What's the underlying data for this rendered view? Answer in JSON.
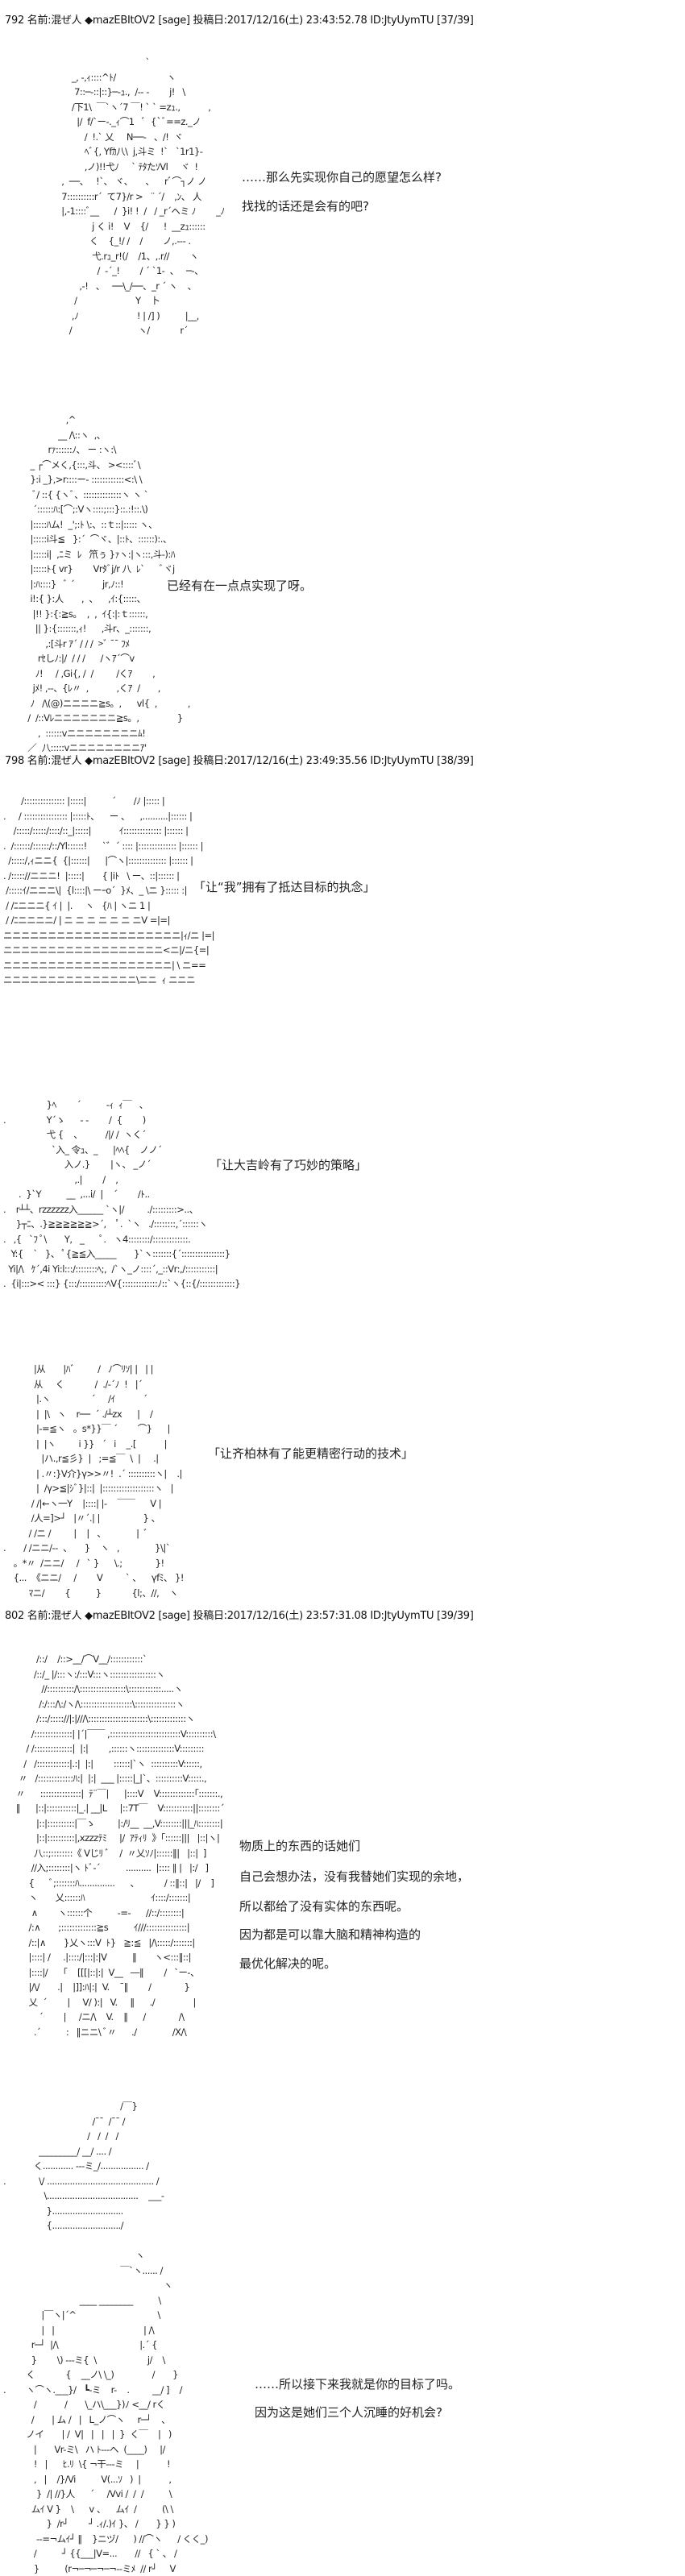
{
  "posts": [
    {
      "header": "792 名前:混ぜ人 ◆mazEBItOV2 [sage] 投稿日:2017/12/16(土) 23:43:52.78 ID:JtyUymTU [37/39]",
      "panels": [
        {
          "art": [
            "                                   `",
            "      _, -,ｨ::::^ﾄ/                    ヽ",
            "       7::─-::|::}─‐ｭ.,  /-- -        j!   \\",
            "      /下1\\  ￣`ヽ´7 ￣! ` ` =zｭ.,           ,",
            "        |/  f/`ー-._ｨ⌒1   ﾞ  {`ﾞ==z._ノ",
            "           /  !.` 乂     N──-   、/!  ヾ",
            "           ﾍﾞ{, Yfｶ八\\  j,斗ミ  !`   `1r1}-",
            "           ,ノ)!!弋ﾉ     ` ﾃﾀたｿVl     ヾ  !",
            "  ,  ──、   !`、 ヾ、     、    rﾞ⌒┐ノ ノ",
            "  7::::::::::r´  て7}/r >   ¨ ´/    ,ﾝ、 人",
            "  |,-1::::ﾞ__      /  }i! !  /   / _r´ヘミ ﾉ        _ﾉ",
            "              j く i!    V    {/      !  __zｭ::::::",
            "             く    {_!/ /    /        ノ,.-‐- .",
            "              弋.rｭ_r!(/    /1、,.r//        ヽ",
            "                /  -´_!        / ´ `1-  、   ─-、",
            "         ,-!   、   ──\\_/──、_r ´ ヽ    、",
            "       /                       Y    卜",
            "      ,ﾉ                       ! | /] )          |__,",
            "     /                          ヽ/            r´"
          ],
          "dialogue": [
            "……那么先实现你自己的愿望怎么样?",
            "找找的话还是会有的吧?"
          ]
        },
        {
          "art": [
            "                 ,^",
            "              __ /\\::ヽ  ,、",
            "          rｧ::::::ﾉ、 ー :ヽ:\\",
            "   _ ┌⌒メく,{:::,斗、 ><::::ﾞ\\",
            "   }:i _},>r::::ー- ::::::::::::<:\\ \\",
            "    ﾞ/ ::{ {ヽﾞ、::::::::::::::ヽ ヽ `",
            "    ´::::::ﾊ:[⌒;:Vヽ::::;:::}::.:!::.\\)",
            "   |:::::ﾊム!  _';:ﾄ \\:、::ｔ::|::::: ヽ、",
            "   |:::::i斗≦   }:´  ⌒ヾ、|::ﾄ、::::::):.、",
            "   |:::::i|  ,ﾆミ  ﾚ   笊ぅ }ｧヽ:|ヽ:::,斗-):ﾊ",
            "   |:::::ﾄ{ vr}        Vrﾀﾞj/r 八  ﾚ`      ﾞヾj",
            "   |:ﾊ::::}   ﾞ ´           jr,ﾉ::!",
            "   i!:{ }:人       ,  、    ,ｲ:{:::::、",
            "    |!! }:{:≧s。  ,  ,  ｲ{:|:ｔ::::::,",
            "     || }:{:::::::,ｨ!      ,斗r、_:::::::,",
            "         ,:[斗r ｱ´ / / /  >ﾞ ¯¯ ﾌﾒ",
            "      rｾしﾉ:|/  / / /      /ヽｱ´⌒v",
            "     ﾉ!     / ,Gi{, /  /         /くｱ        ,",
            "    jﾒ! ,--、{ﾚ〃  ,           ,くｱ  /       ,",
            "   ﾉ   /\\(@)ニニニニ≧s。,      vl{  ,            ,",
            "  /  /::Vﾚニニニニニニニ≧s。,               }",
            "      ,  ::::::vニニニニニニニニﾑ!",
            "  ／  八:::::vニニニニニニニニｱ'"
          ],
          "dialogue": [
            "已经有在一点点实现了呀。"
          ]
        }
      ]
    },
    {
      "header": "798 名前:混ぜ人 ◆mazEBItOV2 [sage] 投稿日:2017/12/16(土) 23:49:35.56 ID:JtyUymTU [38/39]",
      "panels": [
        {
          "art": [
            "       /::::::::::::::: |:::::|          ´       /ﾉ |::::: |",
            ".     / :::::::::::::::: |:::::ﾄ、    ー 、    ,..........|:::::: |",
            "    /:::::/:::::/::::/::_|:::::|           ｲ:::::::::::::: |:::::: |",
            ".  /::::::/::::::/::/Yl::::::!      `゛´ :::: |:::::::::::::: |:::::: |",
            "  /:::::/,ｨニニ{  {|::::::|      |⌒ヽ|:::::::::::::: |:::::: |",
            ". /::::://ニニニ!  |:::::|       { |iﾄ   \\ ー、::|:::::: |",
            " /:::::ｲ/ニニニ\\|  {l::::|\\ ーｰo´  }ﾒ、_ \\ニ }::::: :|",
            " / /ﾆニニニ{ ｲ |  |.     ヽ   {ﾊ | ヽニ 1 |",
            " / /ﾆニニニニ/ | ニ ニ ニ ニ ニ ニ ニV =|=|",
            "ニニニニニニニニニニニニニニニニニニニニ|ｨ/ニ |=|",
            "ニニニニニニニニニニニニニニニニニニ<ニ|/ニ{=|",
            "ニニニニニニニニニニニニニニニニニニニ| \\ ニ==",
            "ニニニニニニニニニニニニニニニ\\ニニ  ｨ ニニニ"
          ],
          "dialogue": [
            "「让“我”拥有了抵达目标的执念」"
          ]
        },
        {
          "art": [
            "                 }ﾍ        ´          -ｨ  ｨ￣   、",
            ".                Y´ゝ      - -        /  {        )",
            "                 弋 {    、         /|/ /  ヽく´",
            "                   `入_ 令ｭ、_      |ﾍﾍ{    ノノ´",
            "                        入ノ.}        |ヽ、 _ノ´",
            "                            ,.|        /    ,",
            "      .  }`Y          __  ,...i/  |    ´        /ﾄ..",
            ".    r┴┴、rzzzzzz入______ `ヽ|/         ./:::::::::>..、",
            "     }┬ﾆ、.}≧≧≧≧≧≧>´,    ﾟ.  `ヽ   ./::::::::,´::::::ヽ",
            ".   ,{   `ﾌ ﾟ\\       Y,   _      ﾟ.   ヽ4::::::::/:::::::::::::.",
            "   Y:{    `   }、 ﾟ{≧≦入_____       }`ヽ:::::::{´::::::::::::::::}",
            "  Yi|/\\   ｹ´,4i Yi:l:::/::::::::ﾍ;,  /`ヽ_ノ::::´,_::Vr:,/:::::::::::|",
            ".  {i|:::>< :::} {:::/::::::::::ﾍV{:::::::::::::ﾉ::`ヽ{::{/:::::::::::::}"
          ],
          "dialogue": [
            "「让大吉岭有了巧妙的策略」"
          ]
        },
        {
          "art": [
            "            |从       |ﾊﾞ         /   ﾉ⌒ﾘｿ| |   | |",
            "            从     く            /  ./-´ﾉ  !   |´",
            "             |.ヽ                ´     /ｲ           ´",
            "             |  |\\   ヽ    r──  ´ ./┴zx      |    /",
            "             |-=≦ヽ   。s*}}￣ ´        ⌒}      |",
            "             |  |ヽ         i }}   ´   i    _.[           |",
            "               |ハ.,r≦彡}  |   ;=≦￣  \\  |     .|",
            "             | .〃:}V介}γ>>〃!  .´ ::::::::::ヽ|    .|",
            "             |  /γ>≦|ｼﾞ}|::|  |:::::::::::::::::::ヽ   |",
            "           / /|←ヽ一Y    |::::| |‐    ￣￣      V |",
            "           /人=]>┘   |〃´.| |                 } 、",
            "          / /ニ /         |    |   、            |  ﾞ",
            ".       / /ニニ/--  、     }    ヽ   ,              }\\|`",
            "    。*〃  /ニニ/     /   ` }      \\.;             }!",
            "    {...  《ニニ/     /        V         ` 、    γfﾐ、 }!",
            "          ﾏニ/        {          }            {l;、//,    ヽ"
          ],
          "dialogue": [
            "「让齐柏林有了能更精密行动的技术」"
          ]
        }
      ]
    },
    {
      "header": "802 名前:混ぜ人 ◆mazEBItOV2 [sage] 投稿日:2017/12/16(土) 23:57:31.08 ID:JtyUymTU [39/39]",
      "panels": [
        {
          "art": [
            "             /::/    /::>__/⌒V__/::::::::::::`",
            "            /::/_ |/:::ヽ:/:::V:::ヽ:::::::::::::::::ヽ",
            "               //::::::::::/\\:::::::::::::::::\\::::::::::::.....ヽ",
            "              /:/:::/\\:/ヽ/\\:::::::::::::::::::\\:::::::::::::::ヽ",
            "             /:::/::::://|:|///\\::::::::::::::::::::::\\:::::::::::::ヽ",
            "           /::::::::::::::| |´|￣￣ ,::::::::::::::::::::::::::V::::::::::\\",
            "         / /::::::::::::::|  |:|        ,::::::ヽ::::::::::::::V:::::::::",
            "        /   /::::::::::::|.:|  |:|        ::::::|`ヽ  ::::::::::V::::::,",
            "      〃   /:::::::::::::ﾊ:|  |:|  ___ |:::::|_|`、::::::::::V:::::.,",
            "     〃      :::::::::::::::|  ﾃ¨￣|      |::::V    V:::::::::::::｢:::::::.,",
            "     ‖      |::|:::::::::::|_.| __|L     |::7T￣    V:::::::::::||::::::::´",
            "             |::|::::::::::|￣ゝ         |:/ﾘ__  __,V::::::::|||_ﾊ::::::::|",
            "             |::|::::::::::|,xzzzﾃﾐ     |/  ｱﾃｨﾘ  》｢::::::|||   |::|ヽ|",
            "            八::;::::::::《 Vじﾘ ﾞ    /  〃乂ｿﾉ|::::::‖|   |::|  ]",
            "           //入;::::::::|ヽ ﾄﾞ-´          ..........  |:::: ‖ |   |:/   ]",
            "          {      ﾞ;:::::::ﾊ..............      、          / ::‖::|   |/    ]",
            "          ヽ       乂::::::ﾊ                          ｲ::::/:::::::|",
            "           ∧        ヽ::::::个          -=-      //::/::::::::|",
            "          /:∧       ;:::::::::::::≧s          ｲ///:::::::::::::::|",
            "          /::|∧       }乂ヽ:::V  ﾄ}   ≧:≦   |/\\:::::/:::::::|",
            "          |::::| /     .|::::/|:::|:|V          ‖       ヽ<:::‖::|",
            "          |::::|/      ｢    [[[|::|:|  V__   ―‖        /   `ー-、",
            "          |/\\/       .|    |]]:ﾊ|:|  V.    ¯‖        /             }",
            "          乂  ´        |     V/ ):|   V.     ‖      ./               |",
            "              ´        |     /ニ/\\    V.    ‖      /             /\\",
            "            .´          :   ‖ニニ\\ ﾞ〃      ./              /X/\\"
          ],
          "dialogue": [
            "物质上的东西的话她们",
            "自己会想办法，没有我替她们实现的余地，",
            "所以都给了没有实体的东西呢。",
            "因为都是可以靠大脑和精神构造的",
            "最优化解决的呢。"
          ]
        },
        {
          "art": [
            "                                              /￣}",
            "                                   /¯¯  /¯¯ /",
            "                                 /   /  /   /",
            "              _________/ __/ .... /",
            "            く............ ---ミ_/................. /",
            ".             \\/ .......................................... /",
            "                \\....................................    ___-",
            "                 }............................",
            "                 {.........................../",
            "",
            "                                                    ヽ",
            "                                              ￣`ヽ...... /",
            "                                                               ヽ",
            "                              ____ ________          \\",
            "               |￣ヽ|´^                                \\",
            "               |   |                                   | /\\",
            "           r─┘  |/\\                                |.´ {",
            "           }        \\) ---ミ{  \\                    j/    \\",
            "         く            {    __ノ\\ \\_)               /       }",
            ".        ヽ⌒ヽ.___}/   ┗-ミ    r-    .         __/ ]    /",
            "            /           /       \\_ハ\\___})ﾉ <__/ rく",
            "           /       | ム /   |   L_ノ⌒ヽ     r─┘    、",
            "         ノイ       | /  V|   |   |   |  }  く￣    |   )",
            "            |       Vr-ミ\\   ハ ﾄ---ヘ  (____)     |/",
            "            !   |      ﾋ.ﾘ  \\{ ¬干---ミ     |           !",
            "            ,   |    /}/Vi          V(...ｿ   )  |           ,",
            "             }  /| //}人      ´     /Vvi /  /  /          \\",
            "           ムｲ V }    \\      v 、    ムｲ  /          (\\ \\",
            "                 }  /r┘        ┘ .ｨ/.)ｲ }、 /       } } )",
            "             --=¬ムｲ┘ ‖    }ニヅ/      ) //⌒ヽ      / くく_)",
            "            /          ┘ {{___|V=...       //   { ` 、 /",
            "            }          (r¬─¬─¬─¬--ミﾒ  // r┘     V"
          ],
          "dialogue": [
            "……所以接下来我就是你的目标了吗。",
            "因为这是她们三个人沉睡的好机会?"
          ]
        }
      ]
    }
  ]
}
